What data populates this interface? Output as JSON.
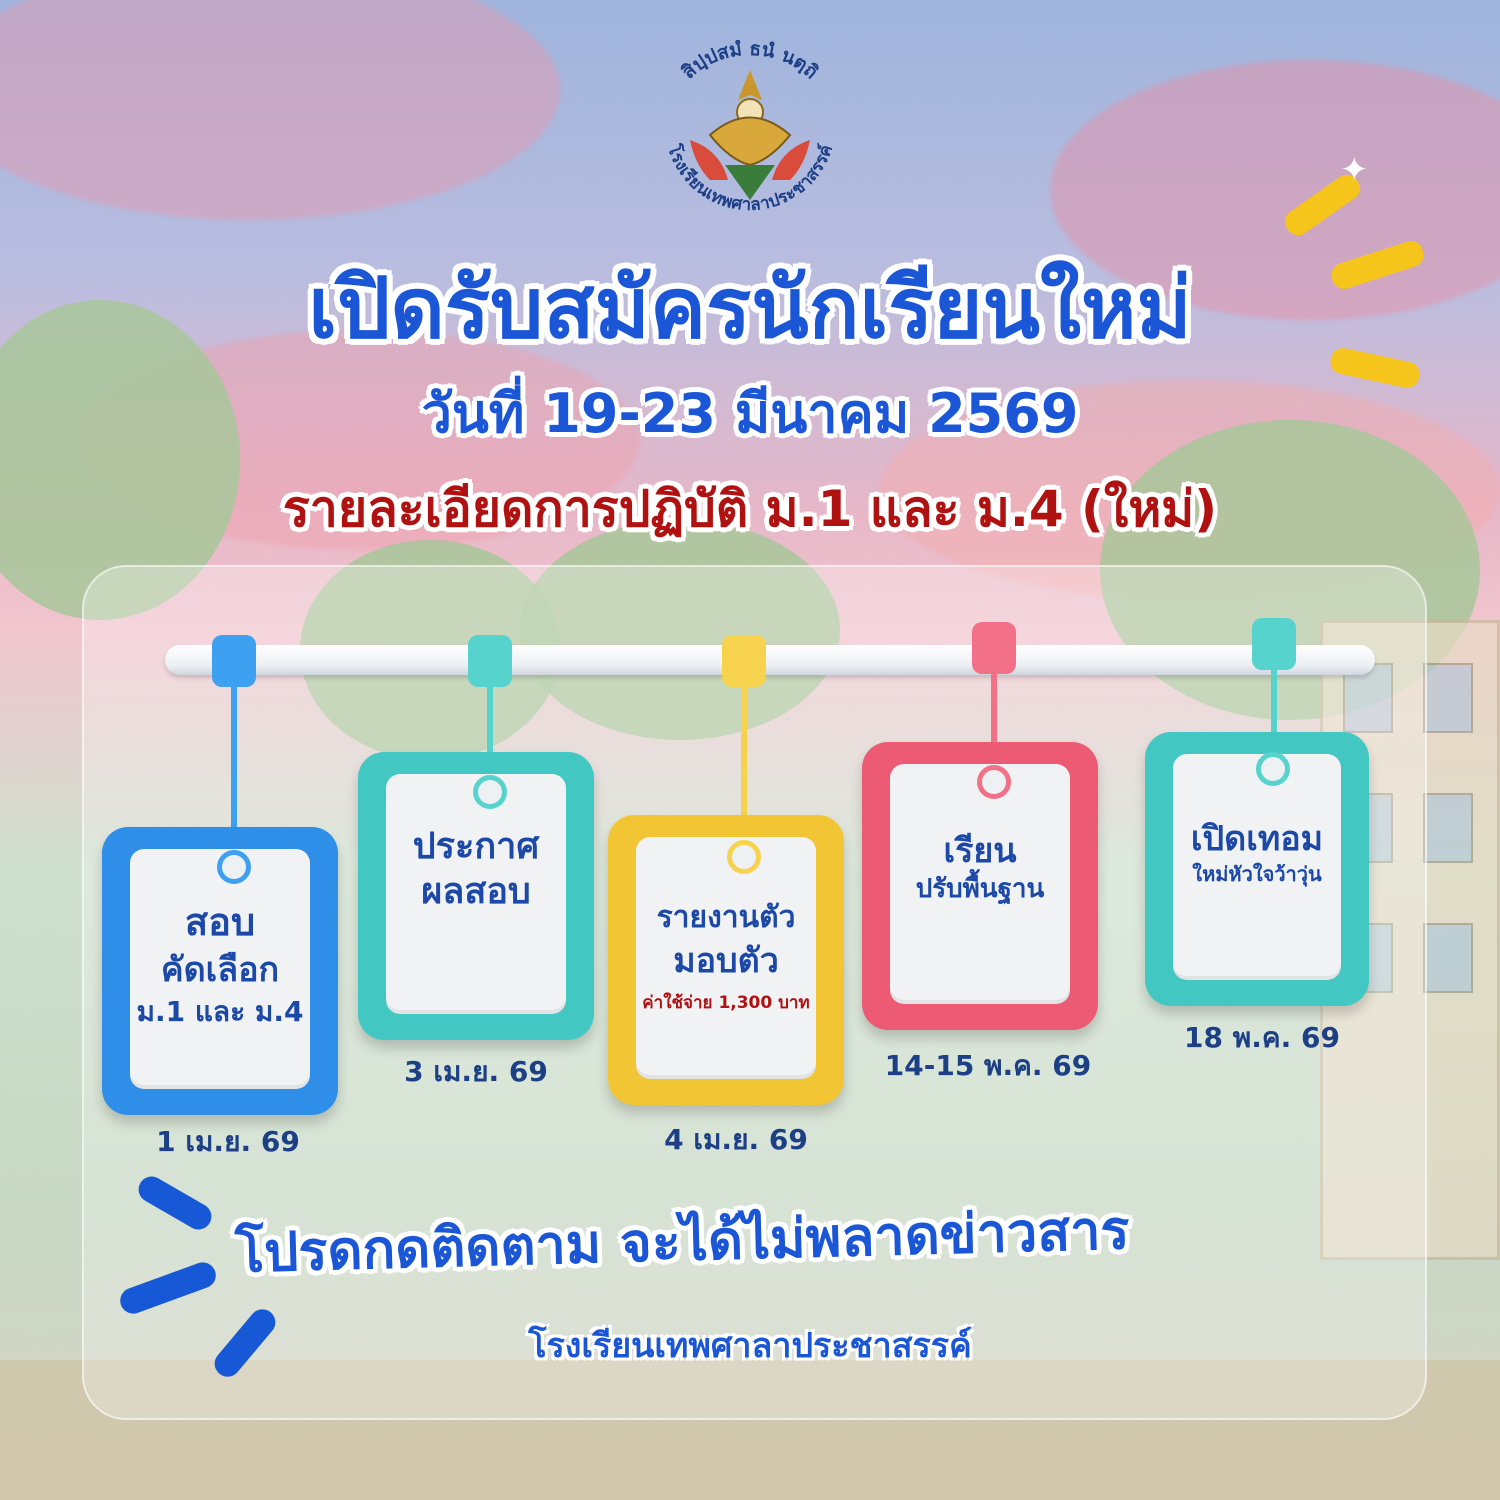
{
  "logo": {
    "motto": "สิปฺปสมํ ธนํ นตฺถิ",
    "school_name": "โรงเรียนเทพศาลาประชาสรรค์"
  },
  "header": {
    "title": "เปิดรับสมัครนักเรียนใหม่",
    "date": "วันที่ 19-23 มีนาคม 2569",
    "subtitle": "รายละเอียดการปฏิบัติ ม.1 และ ม.4 (ใหม่)"
  },
  "timeline": [
    {
      "title": "สอบ",
      "line2": "คัดเลือก",
      "line3": "ม.1 และ ม.4",
      "note": "",
      "date": "1 เม.ย. 69",
      "color": "#2f8fe8",
      "accent": "#3da0f0"
    },
    {
      "title": "ประกาศ",
      "line2": "ผลสอบ",
      "line3": "",
      "note": "",
      "date": "3 เม.ย. 69",
      "color": "#43c7c2",
      "accent": "#56d3cd"
    },
    {
      "title": "รายงานตัว",
      "line2": "มอบตัว",
      "line3": "",
      "note": "ค่าใช้จ่าย 1,300 บาท",
      "date": "4 เม.ย. 69",
      "color": "#f2c534",
      "accent": "#f6d24e"
    },
    {
      "title": "เรียน",
      "line2": "ปรับพื้นฐาน",
      "line3": "",
      "note": "",
      "date": "14-15 พ.ค. 69",
      "color": "#ec5b73",
      "accent": "#f27188"
    },
    {
      "title": "เปิดเทอม",
      "line2": "ใหม่หัวใจว้าวุ่น",
      "line3": "",
      "note": "",
      "date": "18 พ.ค. 69",
      "color": "#43c7c2",
      "accent": "#56d3cd"
    }
  ],
  "footer": {
    "follow": "โปรดกดติดตาม จะได้ไม่พลาดข่าวสาร",
    "school": "โรงเรียนเทพศาลาประชาสรรค์"
  },
  "icons": {
    "logo": "thai-deity-emblem-icon",
    "sparkle": "sparkle-icon"
  }
}
